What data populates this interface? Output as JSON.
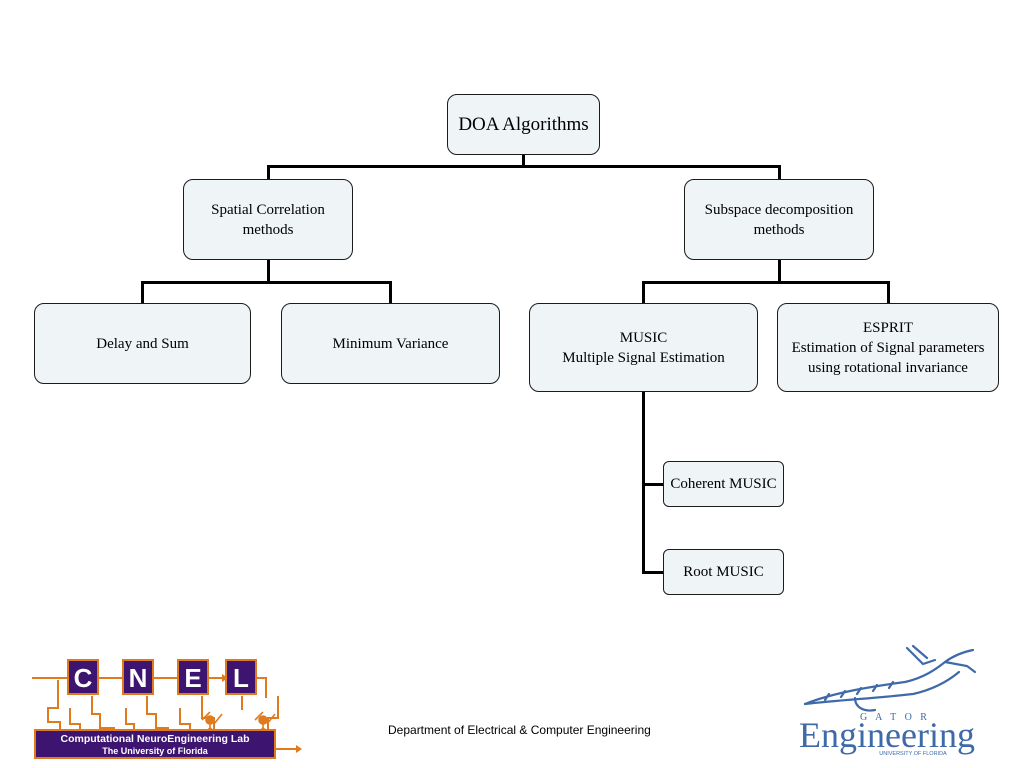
{
  "diagram": {
    "root": {
      "label": "DOA Algorithms"
    },
    "spatial": {
      "line1": "Spatial Correlation",
      "line2": "methods"
    },
    "subspace": {
      "line1": "Subspace decomposition",
      "line2": "methods"
    },
    "delay_sum": {
      "label": "Delay and Sum"
    },
    "min_variance": {
      "label": "Minimum Variance"
    },
    "music": {
      "line1": "MUSIC",
      "line2": "Multiple Signal Estimation"
    },
    "esprit": {
      "line1": "ESPRIT",
      "line2": "Estimation of Signal parameters",
      "line3": "using rotational invariance"
    },
    "coherent_music": {
      "label": "Coherent MUSIC"
    },
    "root_music": {
      "label": "Root MUSIC"
    }
  },
  "footer": {
    "department": "Department of Electrical & Computer Engineering",
    "cnel_logo": {
      "letters": [
        "C",
        "N",
        "E",
        "L"
      ],
      "line1": "Computational NeuroEngineering Lab",
      "line2": "The University of Florida",
      "colors": {
        "box": "#3d1470",
        "wire": "#e07a1f",
        "text": "#ffffff"
      }
    },
    "gator_logo": {
      "gator_text": "G A T O R",
      "word": "Engineering",
      "university": "UNIVERSITY OF FLORIDA",
      "color": "#3f6aa8"
    }
  },
  "colors": {
    "node_fill": "#eff4f6",
    "node_border": "#1c1c1c",
    "connector": "#000000"
  }
}
